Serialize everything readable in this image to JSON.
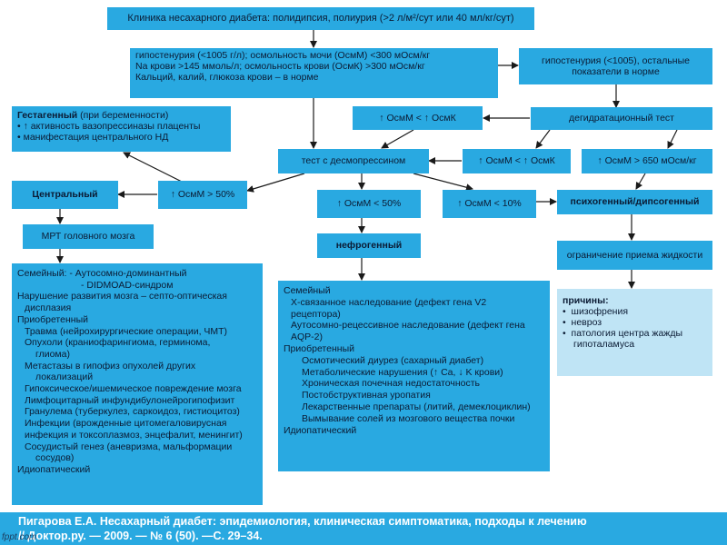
{
  "boxes": {
    "top": "Клиника несахарного диабета: полидипсия, полиурия (>2 л/м²/сут или 40 мл/кг/сут)",
    "hypo1": [
      "гипостенурия (<1005 г/л); осмольность мочи (ОсмМ) <300 мОсм/кг",
      "Na крови >145 ммоль/л;  осмольность крови (ОсмК) >300 мОсм/кг",
      "Кальций, калий, глюкоза крови – в норме"
    ],
    "hypo2": [
      "гипостенурия (<1005), остальные",
      "показатели в норме"
    ],
    "gest": {
      "title_bold": "Гестагенный",
      "title_rest": " (при беременности)",
      "items": [
        "↑ активность вазопрессиназы плаценты",
        "манифестация центрального НД"
      ]
    },
    "osm_up_up": "↑ ОсмМ < ↑ ОсмК",
    "dehyd": "дегидратационный тест",
    "desmo": "тест с десмопрессином",
    "osm_up_k": "↑ ОсмМ < ↑ ОсмК",
    "osm_650": "↑ ОсмМ > 650 мОсм/кг",
    "central": "Центральный",
    "osm_50a": "↑ ОсмМ > 50%",
    "osm_50b": "↑ ОсмМ < 50%",
    "osm_10": "↑ ОсмМ < 10%",
    "psycho": "психогенный/дипсогенный",
    "mri": "МРТ головного мозга",
    "nephro": "нефрогенный",
    "restrict": "ограничение приема жидкости",
    "left_big": [
      {
        "t": "Семейный:   -  Аутосомно-доминантный",
        "c": ""
      },
      {
        "t": "-  DIDMOAD-синдром",
        "c": "ind2 pad70"
      },
      {
        "t": "Нарушение развития мозга – септо-оптическая",
        "c": ""
      },
      {
        "t": "дисплазия",
        "c": "ind1"
      },
      {
        "t": "Приобретенный",
        "c": ""
      },
      {
        "t": "Травма (нейрохирургические операции, ЧМТ)",
        "c": "ind1"
      },
      {
        "t": "Опухоли (краниофарингиома, герминома,",
        "c": "ind1"
      },
      {
        "t": "глиома)",
        "c": "ind2"
      },
      {
        "t": "Метастазы в гипофиз опухолей других",
        "c": "ind1"
      },
      {
        "t": "локализаций",
        "c": "ind2"
      },
      {
        "t": "Гипоксическое/ишемическое повреждение мозга",
        "c": "ind1"
      },
      {
        "t": "Лимфоцитарный инфундибулонейрогипофизит",
        "c": "ind1"
      },
      {
        "t": "Гранулема (туберкулез, саркоидоз, гистиоцитоз)",
        "c": "ind1"
      },
      {
        "t": "Инфекции (врожденные цитомегаловирусная",
        "c": "ind1"
      },
      {
        "t": "инфекция и токсоплазмоз, энцефалит, менингит)",
        "c": "ind1"
      },
      {
        "t": "Сосудистый генез (аневризма, мальформации",
        "c": "ind1"
      },
      {
        "t": "сосудов)",
        "c": "ind2"
      },
      {
        "t": "Идиопатический",
        "c": ""
      }
    ],
    "mid_big": [
      {
        "t": "Семейный",
        "c": ""
      },
      {
        "t": "X-связанное наследование (дефект гена V2",
        "c": "ind1"
      },
      {
        "t": "рецептора)",
        "c": "ind1"
      },
      {
        "t": "Аутосомно-рецессивное наследование (дефект гена",
        "c": "ind1"
      },
      {
        "t": "AQP-2)",
        "c": "ind1"
      },
      {
        "t": "Приобретенный",
        "c": ""
      },
      {
        "t": "Осмотический диурез (сахарный диабет)",
        "c": "ind2"
      },
      {
        "t": "Метаболические нарушения (↑ Ca, ↓ K крови)",
        "c": "ind2"
      },
      {
        "t": "Хроническая почечная недостаточность",
        "c": "ind2"
      },
      {
        "t": "Постобструктивная уропатия",
        "c": "ind2"
      },
      {
        "t": "Лекарственные препараты (литий, демеклоциклин)",
        "c": "ind2"
      },
      {
        "t": "Вымывание солей из мозгового вещества почки",
        "c": "ind2"
      },
      {
        "t": "Идиопатический",
        "c": ""
      }
    ],
    "causes": {
      "title": "причины:",
      "items": [
        "шизофрения",
        "невроз",
        "патология центра жажды",
        "гипоталамуса"
      ]
    }
  },
  "footer": {
    "line1": "Пигарова Е.А. Несахарный диабет: эпидемиология, клиническая симптоматика, подходы к лечению",
    "line2": "// Доктор.ру. — 2009. — № 6 (50). —С. 29–34.",
    "watermark": "fppt.com"
  },
  "colors": {
    "box": "#29a9e1",
    "box_light": "#bfe4f5",
    "arrow": "#1a1a1a"
  }
}
